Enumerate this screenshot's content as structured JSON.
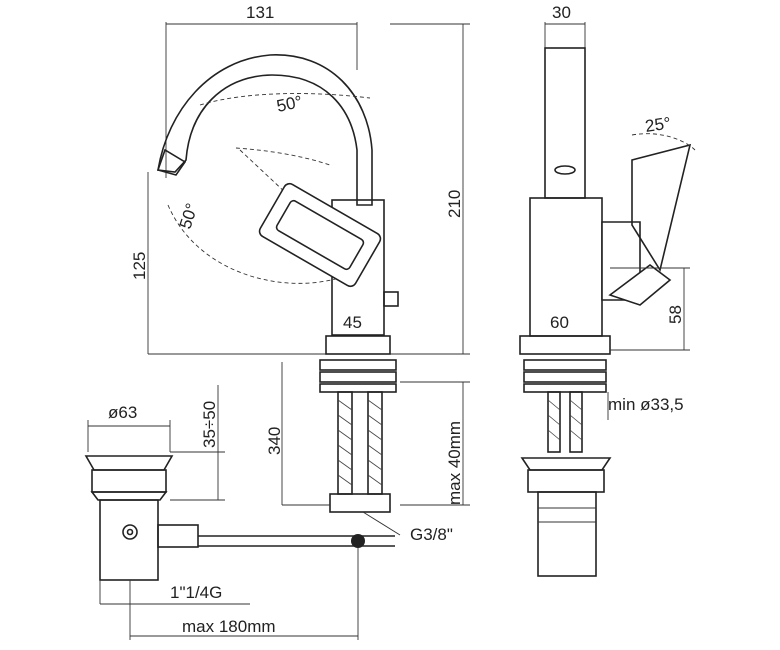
{
  "dimensions": {
    "width_131": "131",
    "depth_30": "30",
    "angle_50_top": "50°",
    "angle_50_left": "50°",
    "angle_25": "25°",
    "height_210": "210",
    "height_125": "125",
    "height_58": "58",
    "base_45": "45",
    "base_60": "60",
    "hose_340": "340",
    "max_40mm": "max 40mm",
    "min_hole": "min ø33,5",
    "thread_g38": "G3/8\"",
    "waste_dia": "ø63",
    "waste_range": "35÷50",
    "waste_thread": "1\"1/4G",
    "max_180mm": "max 180mm"
  }
}
